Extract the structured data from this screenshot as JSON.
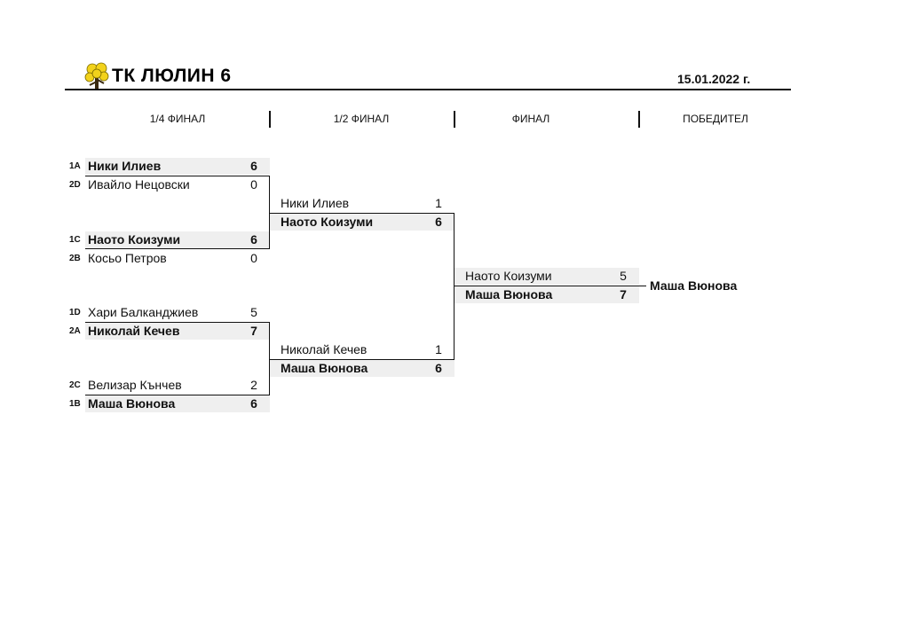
{
  "header": {
    "club_name": "ТК ЛЮЛИН 6",
    "date": "15.01.2022 г.",
    "logo_icon": "tennis-tree-logo",
    "logo_color": "#f2d21b"
  },
  "rounds": [
    "1/4 ФИНАЛ",
    "1/2 ФИНАЛ",
    "ФИНАЛ",
    "ПОБЕДИТЕЛ"
  ],
  "quarterfinals": [
    {
      "seed": "1A",
      "name": "Ники Илиев",
      "score": "6"
    },
    {
      "seed": "2D",
      "name": "Ивайло Нецовски",
      "score": "0"
    },
    {
      "seed": "1C",
      "name": "Наото Коизуми",
      "score": "6"
    },
    {
      "seed": "2B",
      "name": "Косьо Петров",
      "score": "0"
    },
    {
      "seed": "1D",
      "name": "Хари Балканджиев",
      "score": "5"
    },
    {
      "seed": "2A",
      "name": "Николай Кечев",
      "score": "7"
    },
    {
      "seed": "2C",
      "name": "Велизар Кънчев",
      "score": "2"
    },
    {
      "seed": "1B",
      "name": "Маша Вюнова",
      "score": "6"
    }
  ],
  "semifinals": [
    {
      "name": "Ники Илиев",
      "score": "1"
    },
    {
      "name": "Наото Коизуми",
      "score": "6"
    },
    {
      "name": "Николай Кечев",
      "score": "1"
    },
    {
      "name": "Маша Вюнова",
      "score": "6"
    }
  ],
  "final": [
    {
      "name": "Наото Коизуми",
      "score": "5"
    },
    {
      "name": "Маша Вюнова",
      "score": "7"
    }
  ],
  "champion": "Маша Вюнова"
}
